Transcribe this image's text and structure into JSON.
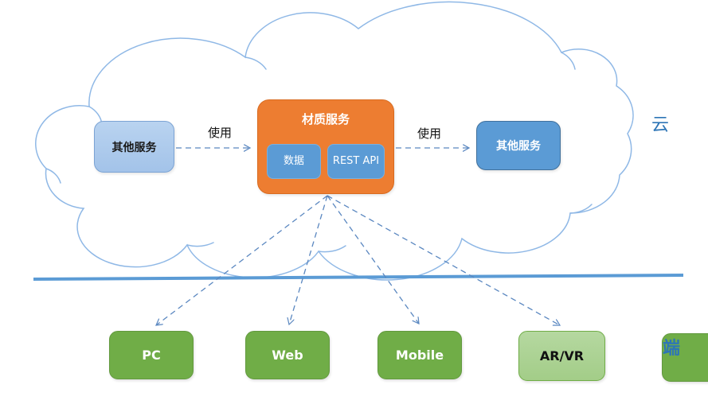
{
  "zones": {
    "cloud_label": "云",
    "client_label": "端"
  },
  "edges": {
    "use_left_label": "使用",
    "use_right_label": "使用"
  },
  "services": {
    "other_left": {
      "label": "其他服务"
    },
    "material": {
      "title": "材质服务",
      "children": [
        {
          "label": "数据"
        },
        {
          "label": "REST API"
        }
      ]
    },
    "other_right": {
      "label": "其他服务"
    }
  },
  "clients": [
    {
      "label": "PC"
    },
    {
      "label": "Web"
    },
    {
      "label": "Mobile"
    },
    {
      "label": "AR/VR"
    }
  ],
  "colors": {
    "cloud_outline": "#8fb8e6",
    "divider": "#5b9bd5",
    "arrow": "#5a87c0",
    "service_left_fill": "#aecbec",
    "service_right_fill": "#5b9bd5",
    "material_fill": "#ed7d31",
    "child_fill": "#5b9bd5",
    "client_fill": "#70ad47",
    "client_alt_fill": "#a9d18e",
    "zone_label_color": "#2e75b6"
  }
}
